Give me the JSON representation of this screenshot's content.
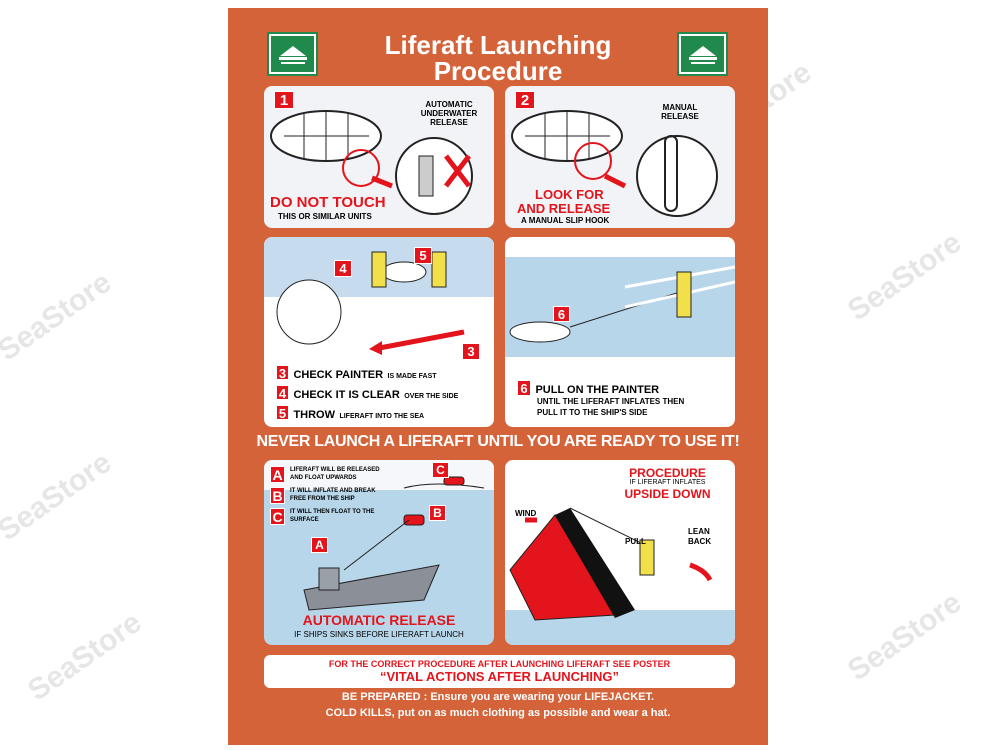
{
  "watermark": "SeaStore",
  "title": {
    "line1": "Liferaft Launching",
    "line2": "Procedure"
  },
  "colors": {
    "background": "#d4633a",
    "accent_red": "#e3141b",
    "logo_green": "#1f8a4c",
    "water": "#b8d6ea"
  },
  "step1": {
    "number": "1",
    "callout": "AUTOMATIC UNDERWATER RELEASE",
    "headline": "DO NOT TOUCH",
    "sub": "THIS OR SIMILAR UNITS"
  },
  "step2": {
    "number": "2",
    "callout": "MANUAL RELEASE",
    "headline_1": "LOOK FOR",
    "headline_2": "AND RELEASE",
    "sub": "A MANUAL SLIP HOOK"
  },
  "steps345": [
    {
      "number": "3",
      "main": "CHECK PAINTER",
      "small": "IS MADE FAST"
    },
    {
      "number": "4",
      "main": "CHECK IT IS CLEAR",
      "small": "OVER THE SIDE"
    },
    {
      "number": "5",
      "main": "THROW",
      "small": "LIFERAFT INTO THE SEA"
    }
  ],
  "step6": {
    "number": "6",
    "main": "PULL ON THE PAINTER",
    "sub_1": "UNTIL THE LIFERAFT INFLATES THEN",
    "sub_2": "PULL IT TO THE SHIP'S SIDE"
  },
  "banner": "NEVER LAUNCH A LIFERAFT UNTIL YOU ARE READY TO USE IT!",
  "auto": {
    "items": [
      {
        "letter": "A",
        "text_1": "LIFERAFT WILL BE RELEASED",
        "text_2": "AND FLOAT UPWARDS"
      },
      {
        "letter": "B",
        "text_1": "IT WILL INFLATE AND BREAK",
        "text_2": "FREE FROM THE SHIP"
      },
      {
        "letter": "C",
        "text_1": "IT WILL THEN FLOAT TO THE",
        "text_2": "SURFACE"
      }
    ],
    "headline": "AUTOMATIC RELEASE",
    "sub": "IF SHIPS SINKS BEFORE LIFERAFT LAUNCH"
  },
  "upside": {
    "title_1": "PROCEDURE",
    "title_2": "IF LIFERAFT INFLATES",
    "title_3": "UPSIDE DOWN",
    "wind": "WIND",
    "pull": "PULL",
    "lean_1": "LEAN",
    "lean_2": "BACK"
  },
  "notice": {
    "line1": "FOR THE CORRECT PROCEDURE AFTER LAUNCHING LIFERAFT SEE POSTER",
    "line2": "“VITAL ACTIONS AFTER LAUNCHING”"
  },
  "footer": {
    "line1": "BE PREPARED : Ensure you are wearing your LIFEJACKET.",
    "line2": "COLD KILLS, put on as much clothing as possible and wear a hat."
  }
}
